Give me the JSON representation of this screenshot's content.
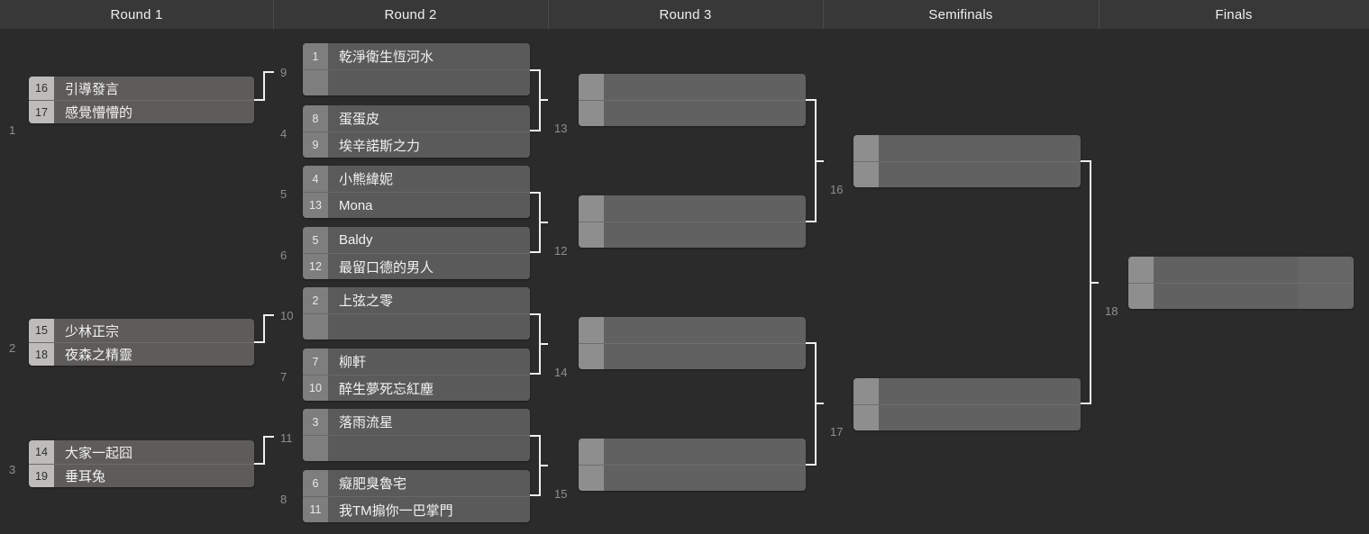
{
  "header": {
    "rounds": [
      {
        "label": "Round 1"
      },
      {
        "label": "Round 2"
      },
      {
        "label": "Round 3"
      },
      {
        "label": "Semifinals"
      },
      {
        "label": "Finals"
      }
    ]
  },
  "colors": {
    "page_background": "#2b2b2b",
    "header_background": "#383838",
    "header_text": "#efefef",
    "round1_box": "#5e5c5a",
    "round1_seed": "#bdbcba",
    "later_box": "#5a5a5a",
    "later_seed": "#7e7e7e",
    "blank_box": "#616161",
    "connector_line": "#efefef",
    "match_number_text": "#8f8f8f"
  },
  "bracket": {
    "rounds": [
      {
        "name": "Round 1",
        "matches": [
          {
            "number": "1",
            "slots": [
              {
                "seed": "16",
                "name": "引導發言"
              },
              {
                "seed": "17",
                "name": "感覺懵懵的"
              }
            ]
          },
          {
            "number": "2",
            "slots": [
              {
                "seed": "15",
                "name": "少林正宗"
              },
              {
                "seed": "18",
                "name": "夜森之精靈"
              }
            ]
          },
          {
            "number": "3",
            "slots": [
              {
                "seed": "14",
                "name": "大家一起囧"
              },
              {
                "seed": "19",
                "name": "垂耳兔"
              }
            ]
          }
        ]
      },
      {
        "name": "Round 2",
        "matches": [
          {
            "number": "9",
            "slots": [
              {
                "seed": "1",
                "name": "乾淨衛生恆河水"
              },
              {
                "seed": "",
                "name": ""
              }
            ]
          },
          {
            "number": "4",
            "slots": [
              {
                "seed": "8",
                "name": "蛋蛋皮"
              },
              {
                "seed": "9",
                "name": "埃辛諾斯之力"
              }
            ]
          },
          {
            "number": "5",
            "slots": [
              {
                "seed": "4",
                "name": "小熊緯妮"
              },
              {
                "seed": "13",
                "name": "Mona"
              }
            ]
          },
          {
            "number": "6",
            "slots": [
              {
                "seed": "5",
                "name": "Baldy"
              },
              {
                "seed": "12",
                "name": "最留口德的男人"
              }
            ]
          },
          {
            "number": "10",
            "slots": [
              {
                "seed": "2",
                "name": "上弦之零"
              },
              {
                "seed": "",
                "name": ""
              }
            ]
          },
          {
            "number": "7",
            "slots": [
              {
                "seed": "7",
                "name": "柳軒"
              },
              {
                "seed": "10",
                "name": "醉生夢死忘紅塵"
              }
            ]
          },
          {
            "number": "11",
            "slots": [
              {
                "seed": "3",
                "name": "落雨流星"
              },
              {
                "seed": "",
                "name": ""
              }
            ]
          },
          {
            "number": "8",
            "slots": [
              {
                "seed": "6",
                "name": "癡肥臭魯宅"
              },
              {
                "seed": "11",
                "name": "我TM搧你一巴掌門"
              }
            ]
          }
        ]
      },
      {
        "name": "Round 3",
        "matches": [
          {
            "number": "13",
            "slots": [
              {
                "seed": "",
                "name": ""
              },
              {
                "seed": "",
                "name": ""
              }
            ]
          },
          {
            "number": "12",
            "slots": [
              {
                "seed": "",
                "name": ""
              },
              {
                "seed": "",
                "name": ""
              }
            ]
          },
          {
            "number": "14",
            "slots": [
              {
                "seed": "",
                "name": ""
              },
              {
                "seed": "",
                "name": ""
              }
            ]
          },
          {
            "number": "15",
            "slots": [
              {
                "seed": "",
                "name": ""
              },
              {
                "seed": "",
                "name": ""
              }
            ]
          }
        ]
      },
      {
        "name": "Semifinals",
        "matches": [
          {
            "number": "16",
            "slots": [
              {
                "seed": "",
                "name": ""
              },
              {
                "seed": "",
                "name": ""
              }
            ]
          },
          {
            "number": "17",
            "slots": [
              {
                "seed": "",
                "name": ""
              },
              {
                "seed": "",
                "name": ""
              }
            ]
          }
        ]
      },
      {
        "name": "Finals",
        "matches": [
          {
            "number": "18",
            "slots": [
              {
                "seed": "",
                "name": ""
              },
              {
                "seed": "",
                "name": ""
              }
            ]
          }
        ]
      }
    ]
  }
}
